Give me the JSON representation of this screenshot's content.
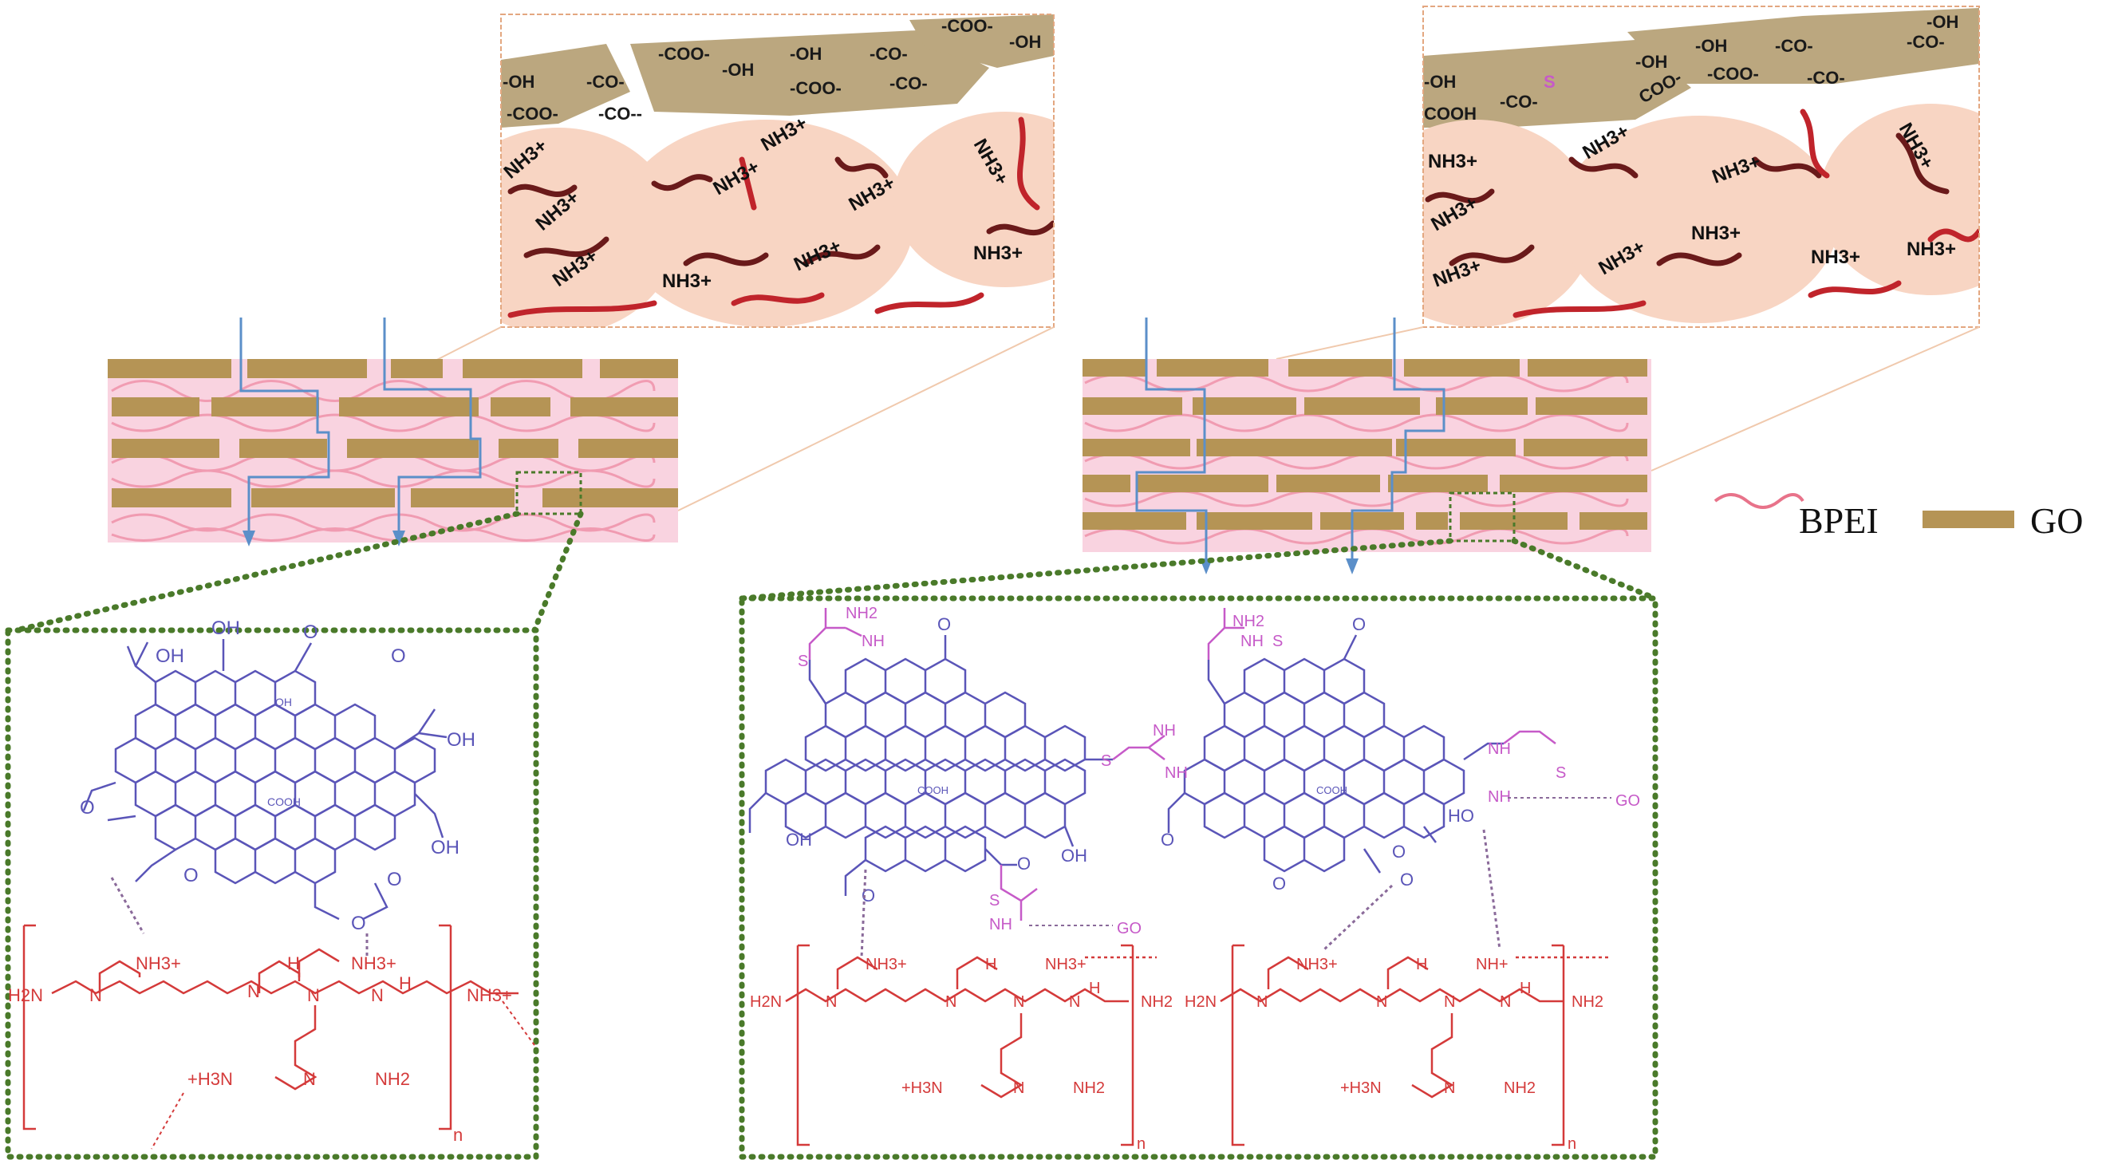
{
  "legend": {
    "bpei_label": "BPEI",
    "go_label": "GO",
    "bpei_color": "#e8738a",
    "go_color": "#b59455"
  },
  "colors": {
    "go_sheet": "#bba77f",
    "go_layer": "#b59455",
    "bpei_bg": "#f9d3e0",
    "bpei_blob": "#f8d5c3",
    "chain_dark": "#6a1a1a",
    "chain_red": "#c0242b",
    "path_blue": "#5b8fc9",
    "dots_green": "#4a7a2a",
    "zoom_border": "#e3a780",
    "chem_blue": "#5a55b8",
    "chem_pink": "#c65ac8",
    "chem_red": "#d43a3a"
  },
  "inset_left": {
    "sheet_labels": [
      "-OH",
      "-COO-",
      "-CO-",
      "-OH",
      "-OH",
      "-CO-",
      "-COO-",
      "-CO-",
      "-COO-",
      "-OH",
      "-COO-",
      "-CO--"
    ],
    "amine_labels": [
      "NH3+",
      "NH3+",
      "NH3+",
      "NH3+",
      "NH3+",
      "NH3+",
      "NH3+",
      "NH3+",
      "NH3+",
      "NH3+"
    ]
  },
  "inset_right": {
    "sheet_labels": [
      "-OH",
      "-OH",
      "-OH",
      "COO-",
      "COOH",
      "-CO-",
      "-CO-",
      "-CO-",
      "-COO-",
      "-OH",
      "-CO-",
      "S"
    ],
    "amine_labels": [
      "NH3+",
      "NH3+",
      "NH3+",
      "NH3+",
      "NH3+",
      "NH3+",
      "NH3+",
      "NH3+",
      "NH3+",
      "NH3+"
    ]
  },
  "chem_left": {
    "go_groups": [
      "OH",
      "OH",
      "O",
      "O",
      "OH",
      "OH",
      "O",
      "O",
      "O",
      "O",
      "COOH",
      "OH"
    ],
    "bpei_groups": [
      "H2N",
      "N",
      "NH3+",
      "N",
      "H",
      "N",
      "NH3+",
      "N",
      "H",
      "NH3+",
      "+H3N",
      "N",
      "NH2",
      "n"
    ]
  },
  "chem_right": {
    "go_groups": [
      "NH2",
      "NH",
      "S",
      "O",
      "OH",
      "O",
      "O",
      "COOH",
      "OH",
      "O",
      "O",
      "NH2",
      "S",
      "NH",
      "O",
      "O",
      "COOH",
      "HO",
      "O"
    ],
    "thiourea_groups": [
      "S",
      "NH",
      "NH",
      "NH",
      "S",
      "NH",
      "GO",
      "GO"
    ],
    "bpei_groups": [
      "H2N",
      "N",
      "NH3+",
      "N",
      "H",
      "N",
      "NH3+",
      "N",
      "H",
      "NH2",
      "+H3N",
      "N",
      "NH2",
      "n",
      "H2N",
      "N",
      "NH3+",
      "N",
      "H",
      "N",
      "NH+",
      "N",
      "H",
      "NH2",
      "+H3N",
      "N",
      "NH2",
      "n"
    ]
  }
}
